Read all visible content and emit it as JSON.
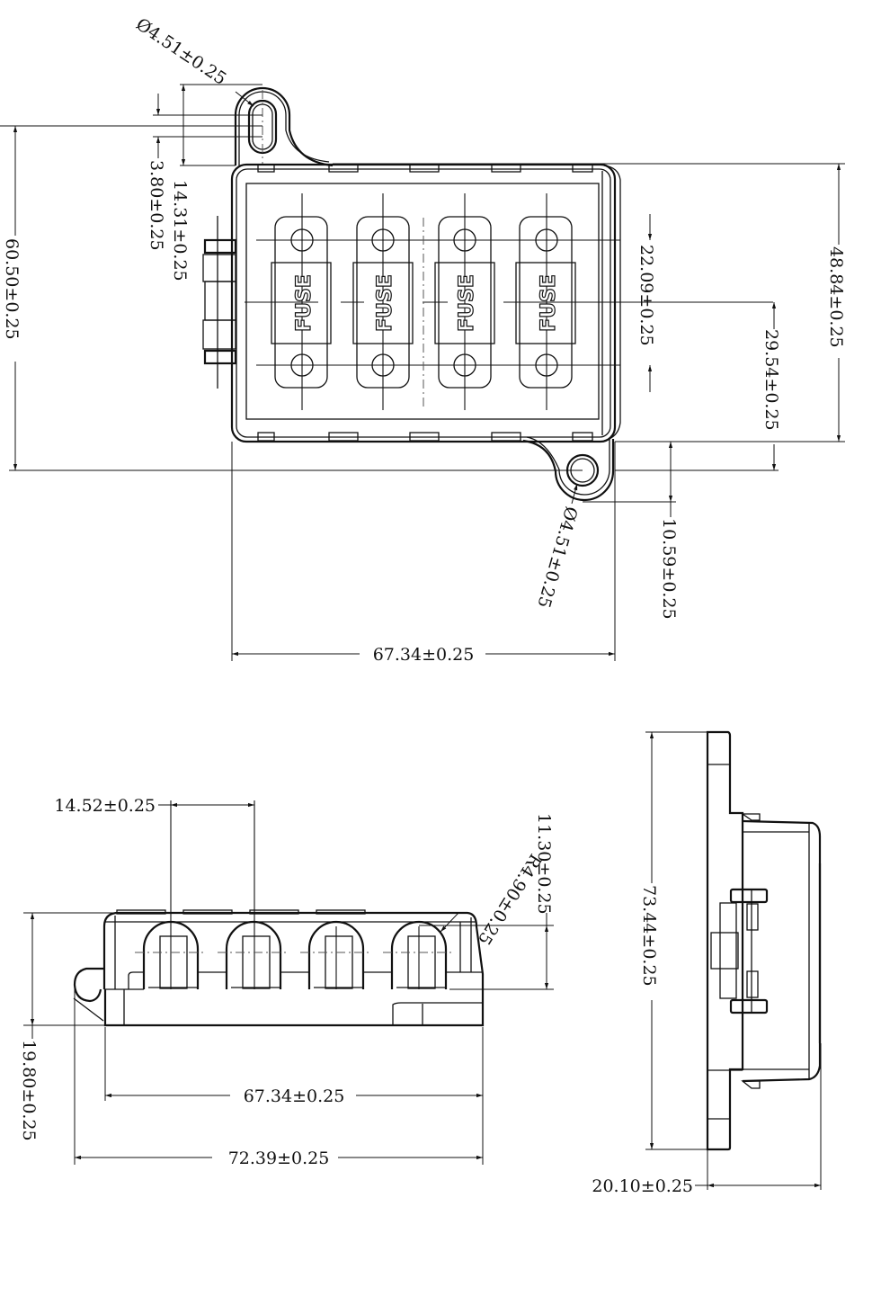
{
  "drawing": {
    "subject": "4-way fuse block",
    "units": "mm",
    "line_color": "#111111",
    "background": "#ffffff"
  },
  "top_view": {
    "fuse_label": "FUSE",
    "fuse_count": 4,
    "dimensions": {
      "hole_dia_top": "Ø4.51±0.25",
      "slot_width": "3.80±0.25",
      "slot_to_body": "14.31±0.25",
      "overall_height": "60.50±0.25",
      "terminal_pitch": "22.09±0.25",
      "center_to_tab_hole": "29.54±0.25",
      "body_height": "48.84±0.25",
      "hole_dia_bottom": "Ø4.51±0.25",
      "tab_offset": "10.59±0.25",
      "body_width": "67.34±0.25"
    }
  },
  "front_view": {
    "dimensions": {
      "fuse_pitch": "14.52±0.25",
      "arch_radius": "R4.90±0.25",
      "arch_height": "11.30±0.25",
      "overall_height": "19.80±0.25",
      "body_width": "67.34±0.25",
      "overall_width": "72.39±0.25"
    }
  },
  "side_view": {
    "dimensions": {
      "overall_length": "73.44±0.25",
      "overall_depth": "20.10±0.25"
    }
  }
}
